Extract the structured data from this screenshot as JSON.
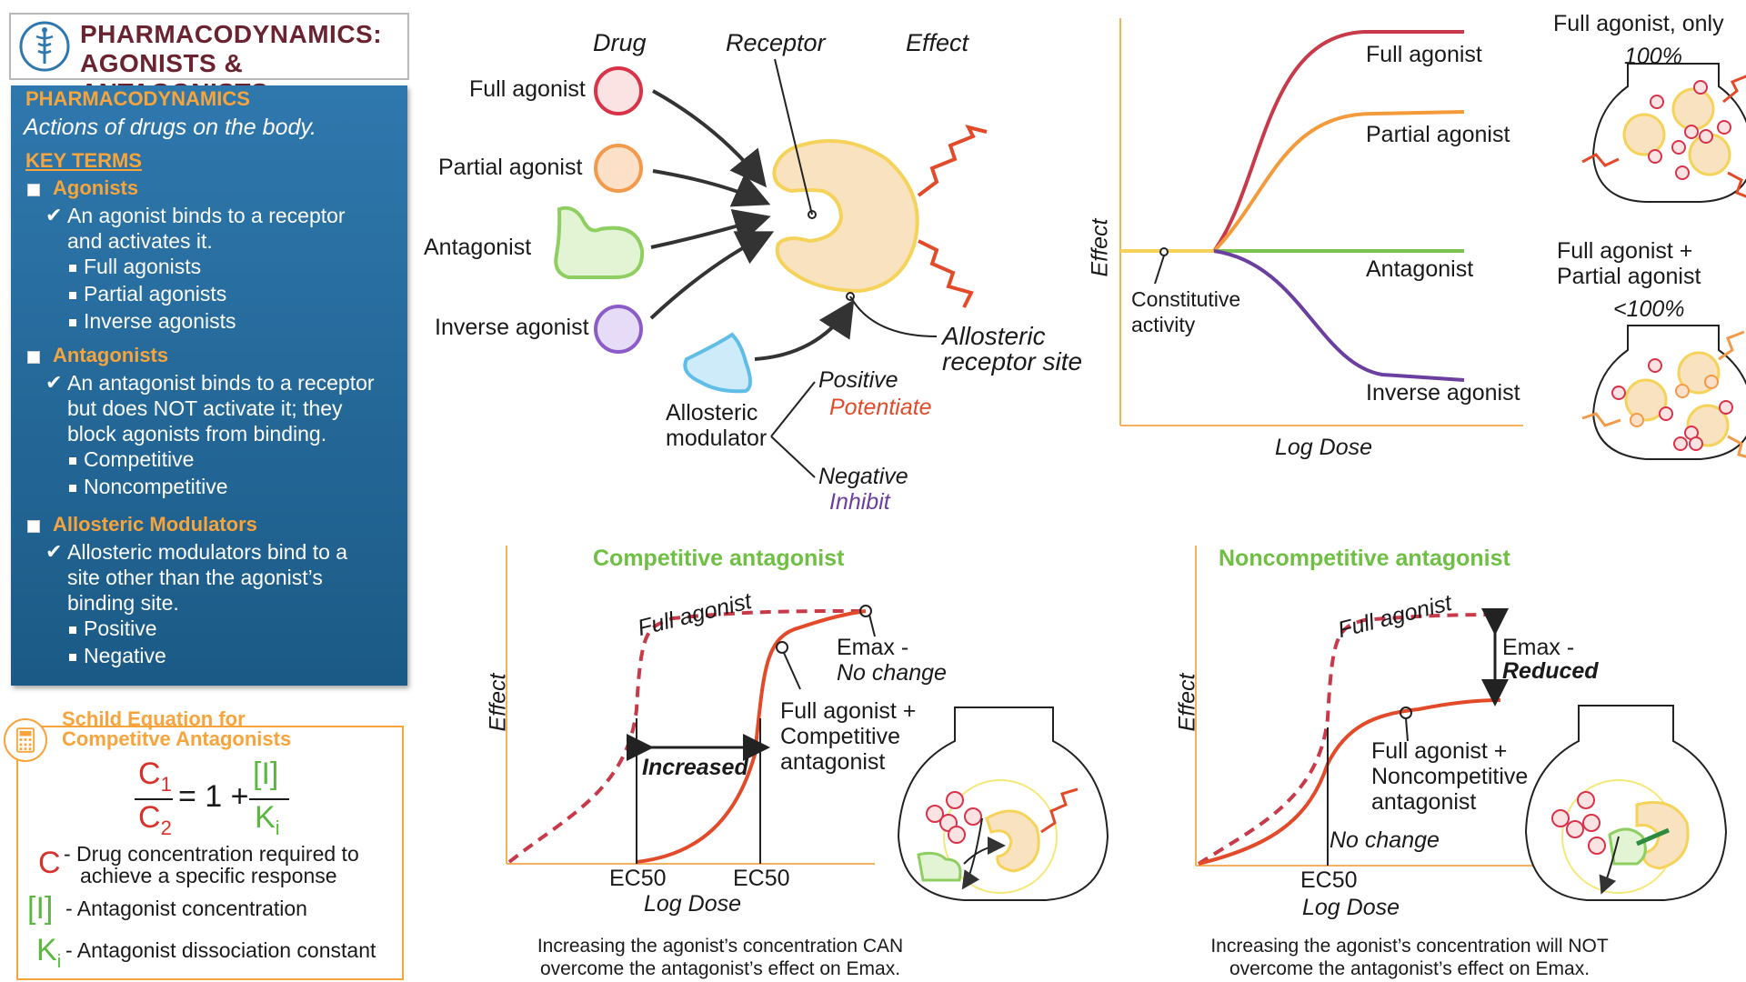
{
  "title": {
    "line1": "PHARMACODYNAMICS:",
    "line2": "AGONISTS & ANTAGONISTS"
  },
  "sidebar": {
    "heading": "PHARMACODYNAMICS",
    "definition": "Actions of drugs on the body.",
    "key_terms": "KEY TERMS",
    "agonists": {
      "label": "Agonists",
      "desc1": "An agonist binds to a receptor",
      "desc2": "and activates it.",
      "items": [
        "Full agonists",
        "Partial agonists",
        "Inverse agonists"
      ]
    },
    "antagonists": {
      "label": "Antagonists",
      "desc1": "An antagonist binds to a receptor",
      "desc2": "but does NOT activate it; they",
      "desc3": "block agonists from binding.",
      "items": [
        "Competitive",
        "Noncompetitive"
      ]
    },
    "allosteric": {
      "label": "Allosteric Modulators",
      "desc1": "Allosteric modulators bind to a",
      "desc2": "site other than the agonist’s",
      "desc3": "binding site.",
      "items": [
        "Positive",
        "Negative"
      ]
    }
  },
  "schild": {
    "title1": "Schild Equation for",
    "title2": "Competitve Antagonists",
    "c1": "C",
    "c1_sub": "1",
    "c2": "C",
    "c2_sub": "2",
    "equals_one_plus": "= 1 +",
    "i": "[I]",
    "k": "K",
    "k_sub": "i",
    "def_c_symbol": "C",
    "def_c_line1": "- Drug concentration required to",
    "def_c_line2": "achieve a specific response",
    "def_i_symbol": "[I]",
    "def_i": "- Antagonist concentration",
    "def_k_symbol": "K",
    "def_k_sub": "i",
    "def_k": "- Antagonist dissociation constant"
  },
  "receptor_diagram": {
    "col_drug": "Drug",
    "col_receptor": "Receptor",
    "col_effect": "Effect",
    "drugs": [
      "Full agonist",
      "Partial agonist",
      "Antagonist",
      "Inverse agonist"
    ],
    "allosteric_site_line1": "Allosteric",
    "allosteric_site_line2": "receptor site",
    "modulator_line1": "Allosteric",
    "modulator_line2": "modulator",
    "positive": "Positive",
    "potentiate": "Potentiate",
    "negative": "Negative",
    "inhibit": "Inhibit",
    "colors": {
      "full": "#d8334a",
      "partial": "#f39a4a",
      "antagonist": "#8fcf62",
      "inverse": "#8c5cc8",
      "receptor": "#f9e2bf",
      "modulator": "#5fbde8"
    }
  },
  "dose_response": {
    "ylabel": "Effect",
    "xlabel": "Log Dose",
    "constitutive_line1": "Constitutive",
    "constitutive_line2": "activity",
    "curves": [
      {
        "name": "Full agonist",
        "color": "#c8394a"
      },
      {
        "name": "Partial agonist",
        "color": "#f39a3a"
      },
      {
        "name": "Antagonist",
        "color": "#7cc24f"
      },
      {
        "name": "Inverse agonist",
        "color": "#6a3fa0"
      }
    ]
  },
  "flasks_top": {
    "full_only": "Full agonist, only",
    "full_pct": "100%",
    "combo_line1": "Full agonist +",
    "combo_line2": "Partial agonist",
    "combo_pct": "<100%"
  },
  "competitive": {
    "title": "Competitive antagonist",
    "ylabel": "Effect",
    "xlabel": "Log Dose",
    "full_agonist": "Full agonist",
    "emax_line1": "Emax -",
    "emax_line2": "No change",
    "combo_line1": "Full agonist +",
    "combo_line2": "Competitive",
    "combo_line3": "antagonist",
    "increased": "Increased",
    "ec50_a": "EC50",
    "ec50_b": "EC50",
    "caption_line1": "Increasing the agonist’s concentration CAN",
    "caption_line2": "overcome the antagonist’s effect on Emax."
  },
  "noncompetitive": {
    "title": "Noncompetitive antagonist",
    "ylabel": "Effect",
    "xlabel": "Log Dose",
    "full_agonist": "Full agonist",
    "emax_line1": "Emax -",
    "emax_line2": "Reduced",
    "combo_line1": "Full agonist +",
    "combo_line2": "Noncompetitive",
    "combo_line3": "antagonist",
    "no_change": "No change",
    "ec50": "EC50",
    "caption_line1": "Increasing the agonist’s concentration will NOT",
    "caption_line2": "overcome the antagonist’s effect on Emax."
  }
}
